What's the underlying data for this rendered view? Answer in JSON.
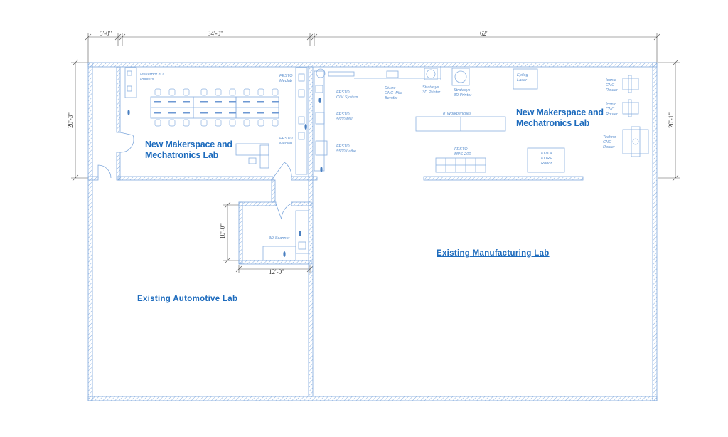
{
  "dimensions": {
    "top_left": "5'-0\"",
    "top_middle": "34'-0\"",
    "top_right": "62'",
    "left_height": "20'-3\"",
    "right_height": "20'-1\"",
    "scanner_height": "10'-0\"",
    "scanner_width": "12'-0\""
  },
  "rooms": {
    "makerspace_west": "New Makerspace and\nMechatronics Lab",
    "makerspace_east": "New Makerspace and\nMechatronics Lab",
    "automotive": "Existing Automotive Lab",
    "manufacturing": "Existing Manufacturing Lab"
  },
  "equipment": {
    "makerbot": "MakerBot 3D\nPrinters",
    "festo_meclab_1": "FESTO\nMeclab",
    "festo_meclab_2": "FESTO\nMeclab",
    "festo_cim": "FESTO\nCIM System",
    "festo_mill": "FESTO\n5600 Mill",
    "festo_lathe": "FESTO\n5500 Lathe",
    "diwire": "Diwire\nCNC Wire\nBender",
    "stratasys_1": "Stratasys\n3D Printer",
    "stratasys_2": "Stratasys\n3D Printer",
    "epilog": "Epilog\nLaser",
    "workbenches": "8' Workbenches",
    "festo_mps": "FESTO\nMPS-200",
    "kuka": "KUKA\nKORE\nRobot",
    "iconic_1": "Iconic\nCNC\nRouter",
    "iconic_2": "Iconic\nCNC\nRouter",
    "techno": "Techno\nCNC\nRouter",
    "scanner": "3D Scanner"
  },
  "colors": {
    "wall": "#7fa8dc",
    "line": "#8ab0e0",
    "label": "#1d6bbd"
  }
}
